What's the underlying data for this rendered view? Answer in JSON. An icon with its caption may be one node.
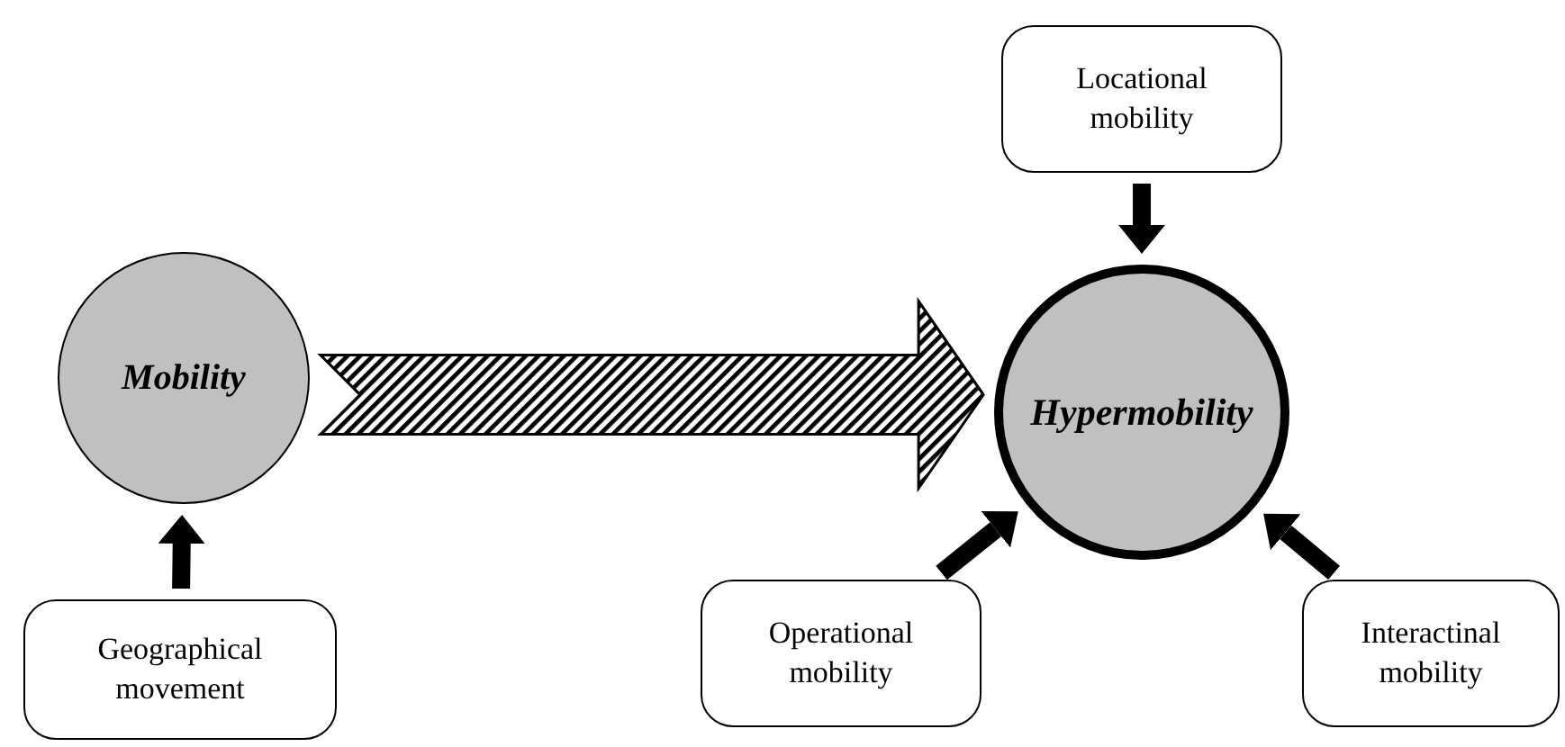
{
  "diagram": {
    "nodes": [
      {
        "text": [
          "Locational mobility"
        ]
      },
      {
        "text": [
          "Mobility"
        ]
      },
      {
        "text": [
          "Hypermobility"
        ]
      },
      {
        "text": [
          "Geographical movement"
        ]
      },
      {
        "text": [
          "Operational mobility"
        ]
      },
      {
        "text": [
          "Interactinal mobility"
        ]
      }
    ],
    "edges": [
      {
        "from": 0,
        "to": 2,
        "arrow": "to"
      },
      {
        "from": 3,
        "to": 1,
        "arrow": "to"
      },
      {
        "from": 4,
        "to": 2,
        "arrow": "to"
      },
      {
        "from": 5,
        "to": 2,
        "arrow": "to"
      },
      {
        "from": 1,
        "to": 2,
        "arrow": "to",
        "style": "thick"
      }
    ]
  }
}
